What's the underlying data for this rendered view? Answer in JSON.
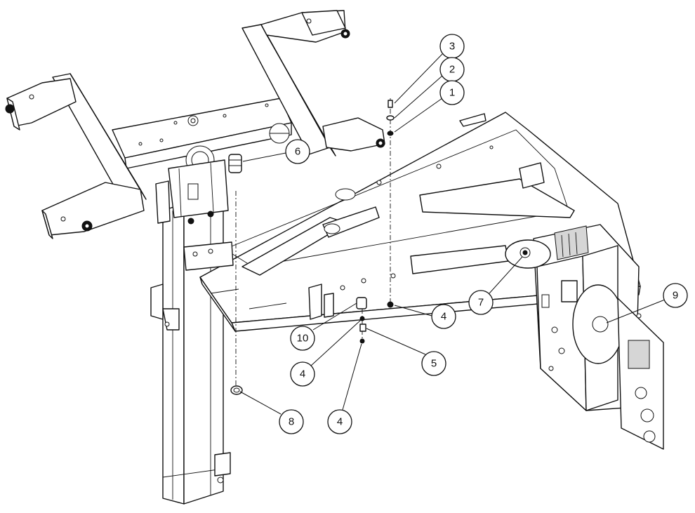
{
  "callouts": [
    {
      "label": "3"
    },
    {
      "label": "2"
    },
    {
      "label": "1"
    },
    {
      "label": "6"
    },
    {
      "label": "4"
    },
    {
      "label": "7"
    },
    {
      "label": "9"
    },
    {
      "label": "10"
    },
    {
      "label": "5"
    },
    {
      "label": "4"
    },
    {
      "label": "4"
    },
    {
      "label": "8"
    }
  ]
}
